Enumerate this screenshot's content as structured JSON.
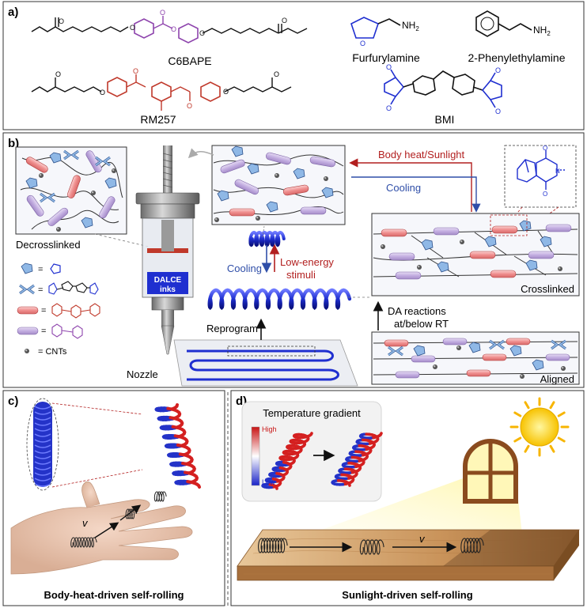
{
  "panel_a": {
    "label": "a)",
    "molecules": {
      "c6bape": "C6BAPE",
      "rm257": "RM257",
      "furfurylamine": "Furfurylamine",
      "phenylethylamine": "2-Phenylethylamine",
      "bmi": "BMI",
      "nh2": "NH",
      "nh2_sub": "2"
    }
  },
  "panel_b": {
    "label": "b)",
    "decrosslinked": "Decrosslinked",
    "legend_eq": "=",
    "legend_cnts": "= CNTs",
    "ink_line1": "DALCE",
    "ink_line2": "inks",
    "nozzle": "Nozzle",
    "cooling_left": "Cooling",
    "low_energy_1": "Low-energy",
    "low_energy_2": "stimuli",
    "reprogram": "Reprogram",
    "body_heat_sunlight": "Body heat/Sunlight",
    "cooling_right": "Cooling",
    "crosslinked": "Crosslinked",
    "da_1": "DA reactions",
    "da_2": "at/below RT",
    "aligned": "Aligned"
  },
  "panel_c": {
    "label": "c)",
    "velocity": "v",
    "caption": "Body-heat-driven self-rolling"
  },
  "panel_d": {
    "label": "d)",
    "gradient_title": "Temperature gradient",
    "high": "High",
    "low": "Low",
    "velocity": "v",
    "caption": "Sunlight-driven self-rolling"
  },
  "colors": {
    "blue": "#1f2fd0",
    "red": "#c0392b",
    "purple": "#8e44ad",
    "dark_red": "#b21f1f",
    "mesogen_red": "#f4a6a6",
    "mesogen_purple": "#c9b6e4",
    "linker_blue": "#8fb8e6"
  }
}
